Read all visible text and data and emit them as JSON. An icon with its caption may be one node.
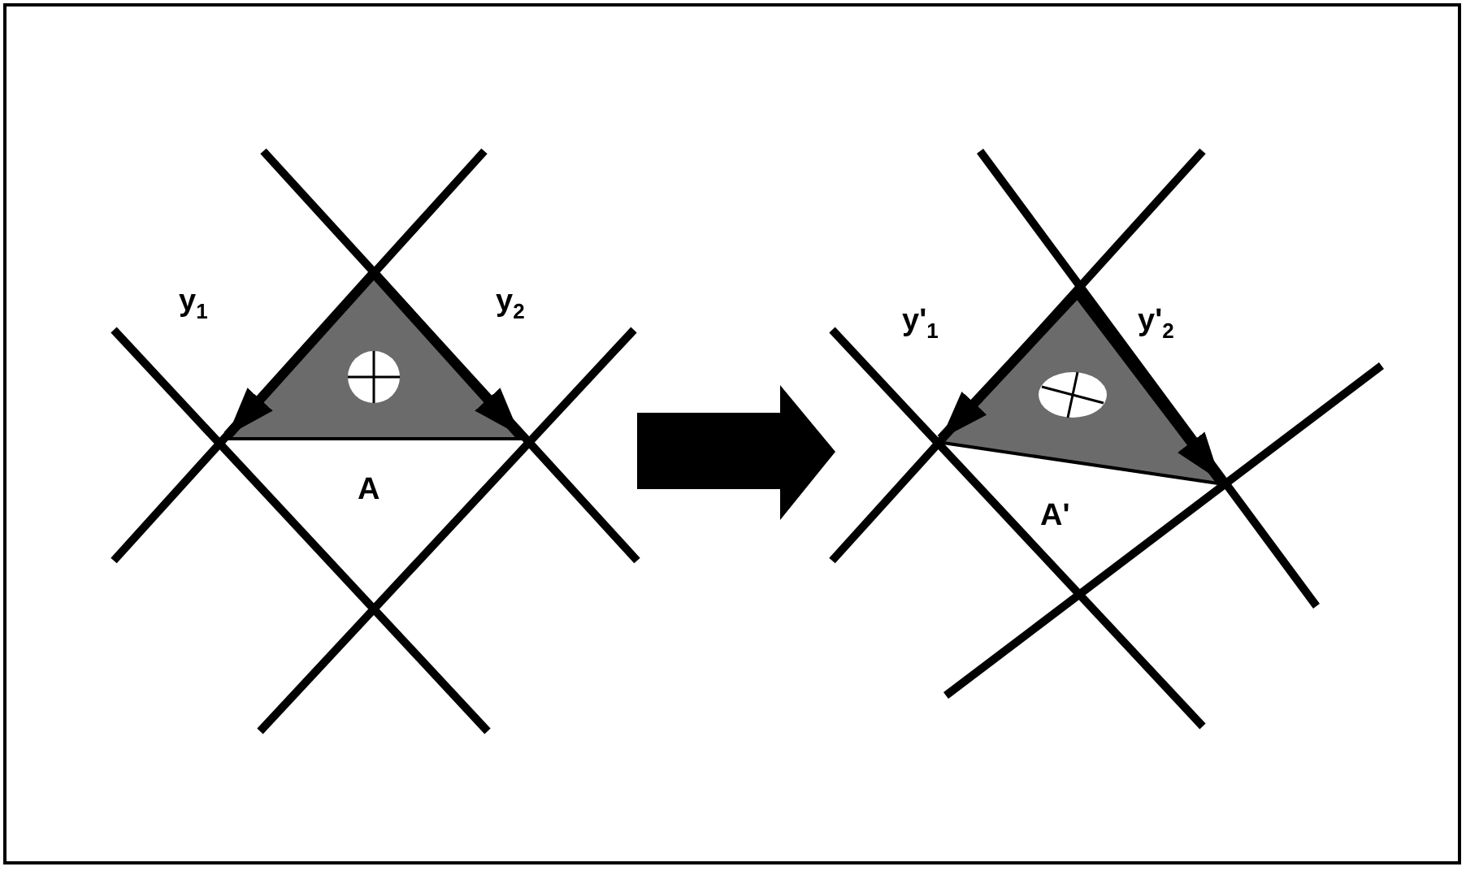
{
  "diagram": {
    "labels": [
      "y$_{1}$",
      "y$_{2}$",
      "A",
      "y'$_{1}$",
      "y'$_{2}$",
      "A'"
    ]
  }
}
